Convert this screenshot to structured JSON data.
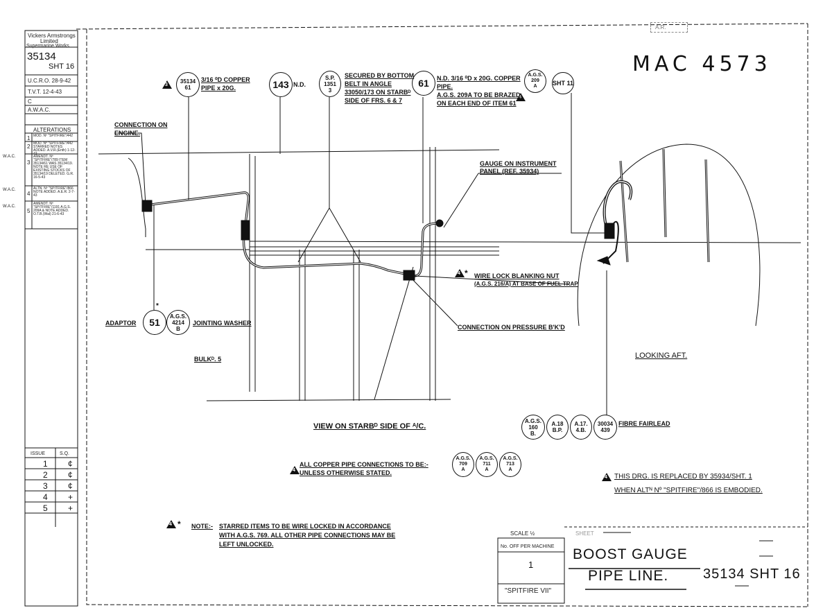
{
  "handwritten_ref": "MAC 4573",
  "title_block": {
    "firm_lines": [
      "Vickers Armstrongs",
      "Limited",
      "Supermarine Works"
    ],
    "drawing_number": "35134",
    "sheet": "SHT 16",
    "ucr": "U.C.R.O. 28-9-42",
    "tvt": "T.V.T. 12-4-43",
    "c_label": "C",
    "awac": "A.W.A.C.",
    "alterations_heading": "ALTERATIONS",
    "alterations": [
      {
        "num": "1",
        "text": "MOD. Nº \"SPITFIRE\"/442"
      },
      {
        "num": "2",
        "text": "MOD. Nº \"SPITFIRE\"/442 STARRED NOTES ADDED. A.V.R.(Enth) 1-12-42"
      },
      {
        "num": "3",
        "text": "AMENDT. Nº \"SPITFIRE\"/789 ITEM 35134/61 WAS 35134/19. NOTE RE USE OF EXISTING STOCKS OF 35134/19 DELETED. G.R. 16-5-43"
      },
      {
        "num": "4",
        "text": "ALTN. Nº \"SPITFIRE\"/866 NOTE ADDED. A.E.R. 2-7-43"
      },
      {
        "num": "5",
        "text": "AMENDT. Nº \"SPITFIRE\"/1191 A.G.S. 209A & NOTE ADDED. O.T.B.(Wal) 21-6-43"
      }
    ],
    "wac_labels": [
      "W.A.C.",
      "W.A.C.",
      "W.A.C."
    ],
    "issue_header": [
      "ISSUE",
      "S.Q."
    ],
    "issues": [
      [
        "1",
        "¢"
      ],
      [
        "2",
        "¢"
      ],
      [
        "3",
        "¢"
      ],
      [
        "4",
        "+"
      ],
      [
        "5",
        "+"
      ]
    ]
  },
  "stamp": "A.R.",
  "callouts": {
    "c1_line1": "3/16 ⁰D COPPER",
    "c1_line2": "PIPE x 20G.",
    "n_d_1": "N.D.",
    "secured_1": "SECURED BY BOTTOM",
    "secured_2": "BELT IN ANGLE",
    "secured_3": "33050/173 ON STARBᴰ",
    "secured_4": "SIDE OF FRS. 6 & 7",
    "nd_copper_1": "N.D. 3/16 ⁰D x 20G. COPPER",
    "nd_copper_2": "PIPE.",
    "ags209_1": "A.G.S. 209A TO BE BRAZED",
    "ags209_2": "ON EACH END OF ITEM 61",
    "connection_engine_1": "CONNECTION ON",
    "connection_engine_2": "ENGINE.",
    "gauge_1": "GAUGE ON INSTRUMENT",
    "gauge_2": "PANEL (REF. 35934)",
    "wire_lock_1": "WIRE LOCK BLANKING NUT",
    "wire_lock_2": "(A.G.S. 216/A) AT BASE OF FUEL TRAP",
    "adaptor": "ADAPTOR",
    "jointing": "JOINTING WASHER",
    "connection_pressure": "CONNECTION ON PRESSURE B'K'D",
    "bulkhead": "BULKᴰ. 5",
    "looking_aft": "LOOKING AFT.",
    "view": "VIEW ON STARBᴰ SIDE OF ᴬ/C.",
    "fibre": "FIBRE FAIRLEAD",
    "all_copper_1": "ALL COPPER PIPE CONNECTIONS TO BE:-",
    "all_copper_2": "UNLESS OTHERWISE STATED.",
    "replaced_1": "THIS DRG. IS REPLACED BY 35934/SHT. 1",
    "replaced_2": "WHEN ALTᴺ Nº \"SPITFIRE\"/866 IS EMBODIED.",
    "note_label": "NOTE:-",
    "note_1": "STARRED ITEMS TO BE WIRE LOCKED IN ACCORDANCE",
    "note_2": "WITH A.G.S. 769. ALL OTHER PIPE CONNECTIONS MAY BE",
    "note_3": "LEFT UNLOCKED."
  },
  "bubbles": {
    "b35134_61": [
      "35134",
      "61"
    ],
    "b143": "143",
    "bsp1351": [
      "S.P.",
      "1351",
      "3"
    ],
    "b61": "61",
    "bags209a": [
      "A.G.S.",
      "209",
      "A"
    ],
    "bsh11": "SHT 11",
    "b51": "51",
    "bags4214b": [
      "A.G.S.",
      "4214",
      "B"
    ],
    "bags160b": [
      "A.G.S.",
      "160",
      "B."
    ],
    "ba18bp": [
      "A.18",
      "B.P."
    ],
    "ba17_4b": [
      "A.17.",
      "4.B."
    ],
    "b30034_439": [
      "30034",
      "439"
    ],
    "bags709a": [
      "A.G.S.",
      "709",
      "A"
    ],
    "bags711a": [
      "A.G.S.",
      "711",
      "A"
    ],
    "bags713a": [
      "A.G.S.",
      "713",
      "A"
    ]
  },
  "triangle_marks": [
    "3",
    "4",
    "5"
  ],
  "star": "*",
  "bottom_block": {
    "scale": "SCALE ½",
    "sheet_label": "SHEET",
    "per_machine": "No. OFF PER MACHINE",
    "qty": "1",
    "aircraft": "\"SPITFIRE VII\"",
    "title_1": "BOOST GAUGE",
    "title_2": "PIPE LINE.",
    "number": "35134 SHT 16"
  }
}
